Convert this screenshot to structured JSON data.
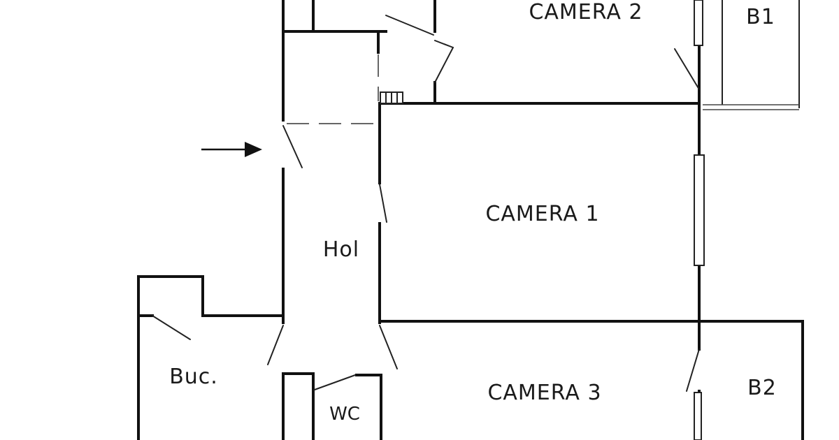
{
  "plan": {
    "rooms": {
      "camera1": "CAMERA 1",
      "camera2": "CAMERA 2",
      "camera3": "CAMERA 3",
      "hol": "Hol",
      "buc": "Buc.",
      "wc": "WC",
      "b1": "B1",
      "b2": "B2"
    },
    "colors": {
      "wall": "#111111",
      "background": "#ffffff"
    },
    "entrance_arrow_icon": "arrow-right-icon"
  }
}
